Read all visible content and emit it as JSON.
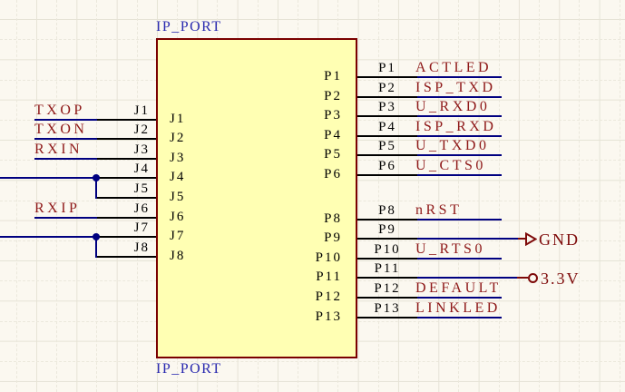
{
  "component": {
    "designator": "IP_PORT",
    "comment": "IP_PORT"
  },
  "left_pins": [
    {
      "number": "J1",
      "name": "J1",
      "net": "TXOP"
    },
    {
      "number": "J2",
      "name": "J2",
      "net": "TXON"
    },
    {
      "number": "J3",
      "name": "J3",
      "net": "RXIN"
    },
    {
      "number": "J4",
      "name": "J4",
      "edge_wire": true,
      "joins_next": true
    },
    {
      "number": "J5",
      "name": "J5"
    },
    {
      "number": "J6",
      "name": "J6",
      "net": "RXIP"
    },
    {
      "number": "J7",
      "name": "J7",
      "edge_wire": true,
      "joins_next": true
    },
    {
      "number": "J8",
      "name": "J8"
    }
  ],
  "right_pins": [
    {
      "number": "P1",
      "name": "P1",
      "net": "ACTLED"
    },
    {
      "number": "P2",
      "name": "P2",
      "net": "ISP_TXD"
    },
    {
      "number": "P3",
      "name": "P3",
      "net": "U_RXD0"
    },
    {
      "number": "P4",
      "name": "P4",
      "net": "ISP_RXD"
    },
    {
      "number": "P5",
      "name": "P5",
      "net": "U_TXD0"
    },
    {
      "number": "P6",
      "name": "P6",
      "net": "U_CTS0"
    },
    {
      "number": "P8",
      "name": "P8",
      "net": "nRST"
    },
    {
      "number": "P9",
      "name": "P9",
      "power": {
        "label": "GND",
        "style": "arrow"
      }
    },
    {
      "number": "P10",
      "name": "P10",
      "net": "U_RTS0"
    },
    {
      "number": "P11",
      "name": "P11",
      "power": {
        "label": "3.3V",
        "style": "circle"
      }
    },
    {
      "number": "P12",
      "name": "P12",
      "net": "DEFAULT"
    },
    {
      "number": "P13",
      "name": "P13",
      "net": "LINKLED"
    }
  ],
  "colors": {
    "background": "#FBF8F0",
    "grid_solid": "#E6E3D6",
    "grid_dash": "#EBE8DC",
    "wire": "#000080",
    "pin": "#000000",
    "net_label": "#8E1818",
    "power": "#7E0A0A",
    "title": "#2B2BB0",
    "body_fill": "#FFFFB3",
    "body_border": "#7A0000"
  }
}
